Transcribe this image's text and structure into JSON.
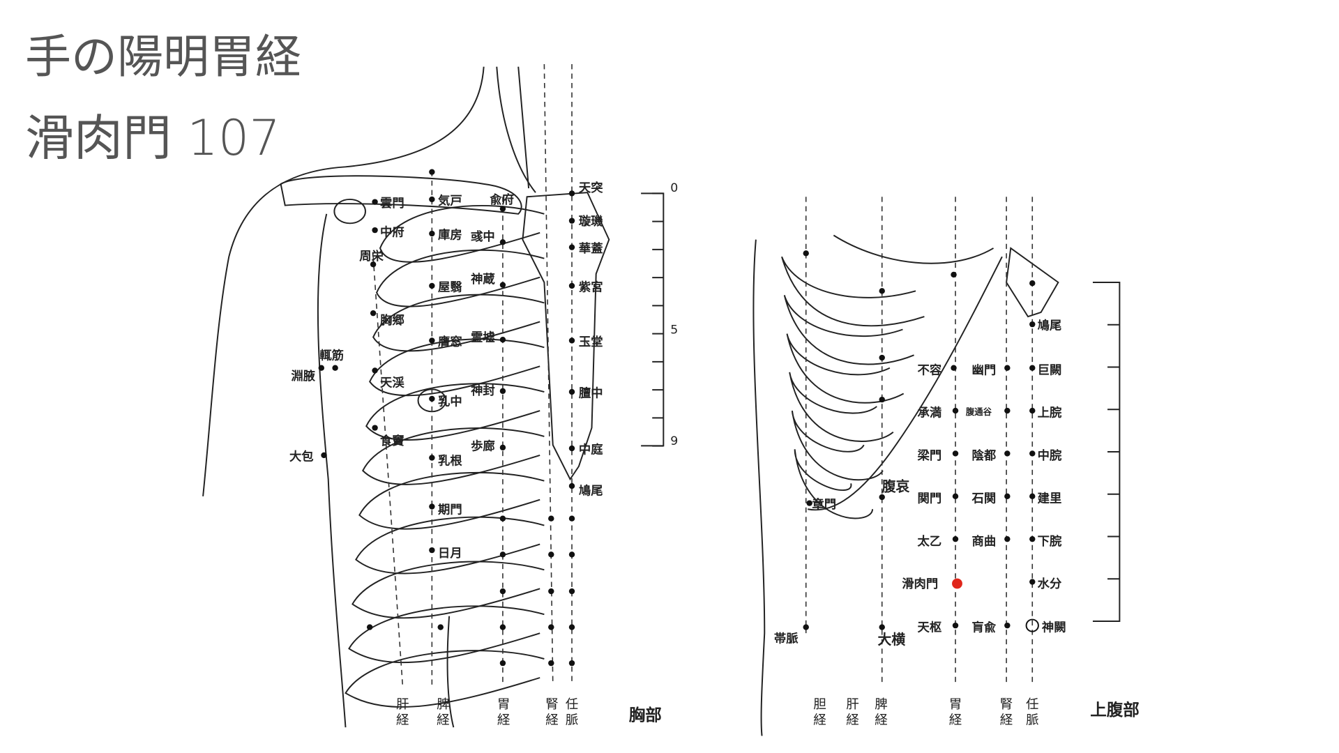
{
  "header": {
    "meridian": "手の陽明胃経",
    "point": "滑肉門 107"
  },
  "highlight_color": "#e0261b",
  "chest": {
    "section_label": "胸部",
    "scale_ticks": [
      "0",
      "5",
      "9"
    ],
    "points": [
      "天突",
      "雲門",
      "気戸",
      "兪府",
      "璇璣",
      "中府",
      "庫房",
      "彧中",
      "華蓋",
      "周栄",
      "屋翳",
      "神蔵",
      "紫宮",
      "胸郷",
      "膺窓",
      "霊墟",
      "玉堂",
      "輒筋",
      "淵腋",
      "天渓",
      "乳中",
      "神封",
      "膻中",
      "食竇",
      "歩廊",
      "中庭",
      "大包",
      "乳根",
      "鳩尾",
      "期門",
      "日月"
    ],
    "meridians": [
      "肝経",
      "脾経",
      "胃経",
      "腎経",
      "任脈"
    ]
  },
  "abdomen": {
    "section_label": "上腹部",
    "points": [
      "鳩尾",
      "不容",
      "幽門",
      "巨闕",
      "承満",
      "腹通谷",
      "上脘",
      "梁門",
      "陰都",
      "中脘",
      "関門",
      "石関",
      "建里",
      "太乙",
      "商曲",
      "下脘",
      "滑肉門",
      "水分",
      "天枢",
      "肓兪",
      "神闕",
      "腹哀",
      "章門",
      "帯脈",
      "大横"
    ],
    "meridians": [
      "胆経",
      "肝経",
      "脾経",
      "胃経",
      "腎経",
      "任脈"
    ]
  }
}
